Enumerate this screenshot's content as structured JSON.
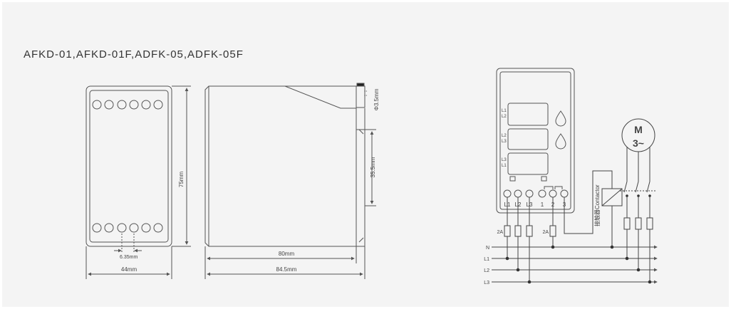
{
  "title": "AFKD-01,AFKD-01F,ADFK-05,ADFK-05F",
  "front_view": {
    "height_dim": "75mm",
    "width_dim": "44mm",
    "pitch_dim": "6.35mm"
  },
  "side_view": {
    "hole_dim": "Φ3.5mm",
    "rail_dim": "35.5mm",
    "body_dim": "80mm",
    "total_dim": "84.5mm"
  },
  "relay": {
    "display_labels": [
      [
        "L1",
        "L2"
      ],
      [
        "L2",
        "L3"
      ],
      [
        "L3",
        "L1"
      ]
    ],
    "terminals": [
      "L1",
      "L2",
      "L3",
      "1",
      "2",
      "3"
    ]
  },
  "wiring": {
    "fuse_labels": [
      "2A",
      "2A"
    ],
    "contactor_label": "接触器Contactor",
    "motor_top": "M",
    "motor_bottom": "3~",
    "lines": [
      "N",
      "L1",
      "L2",
      "L3"
    ]
  }
}
